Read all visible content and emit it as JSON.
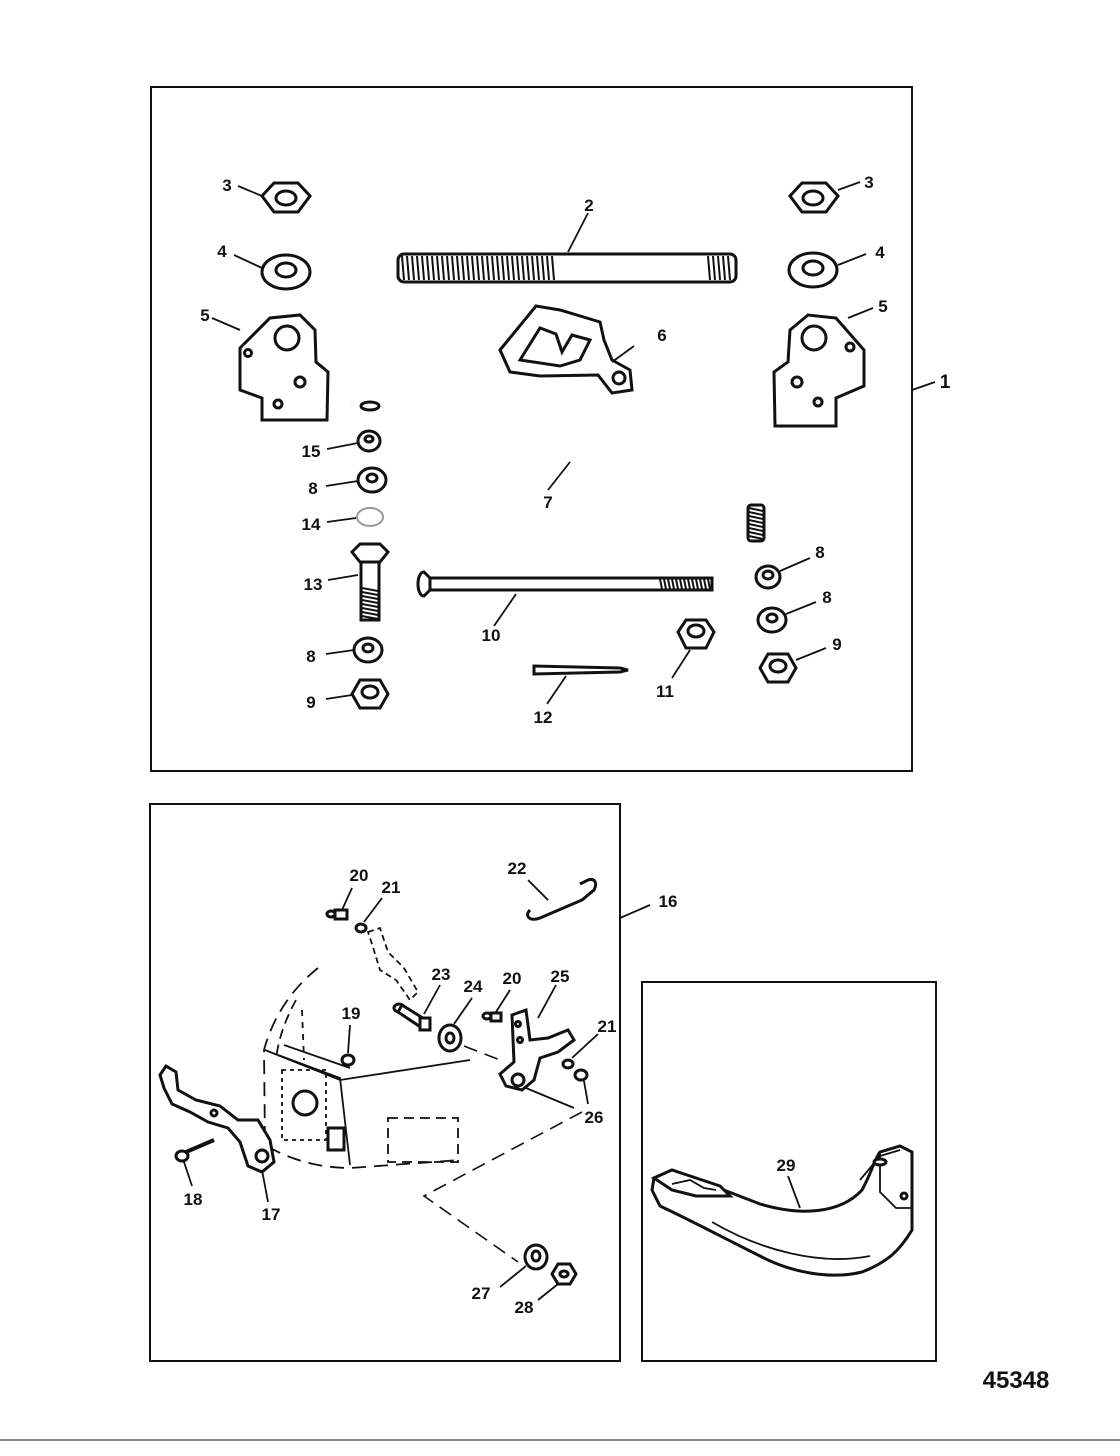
{
  "diagram": {
    "figure_number": "45348",
    "panels": [
      {
        "id": "panel-1",
        "callout": "1"
      },
      {
        "id": "panel-16",
        "callout": "16"
      },
      {
        "id": "panel-29",
        "callout": "29"
      }
    ],
    "callouts": {
      "c2": "2",
      "c3": "3",
      "c4": "4",
      "c5": "5",
      "c6": "6",
      "c7": "7",
      "c8": "8",
      "c9": "9",
      "c10": "10",
      "c11": "11",
      "c12": "12",
      "c13": "13",
      "c14": "14",
      "c15": "15",
      "c17": "17",
      "c18": "18",
      "c19": "19",
      "c20": "20",
      "c21": "21",
      "c22": "22",
      "c23": "23",
      "c24": "24",
      "c25": "25",
      "c26": "26",
      "c27": "27",
      "c28": "28"
    }
  }
}
